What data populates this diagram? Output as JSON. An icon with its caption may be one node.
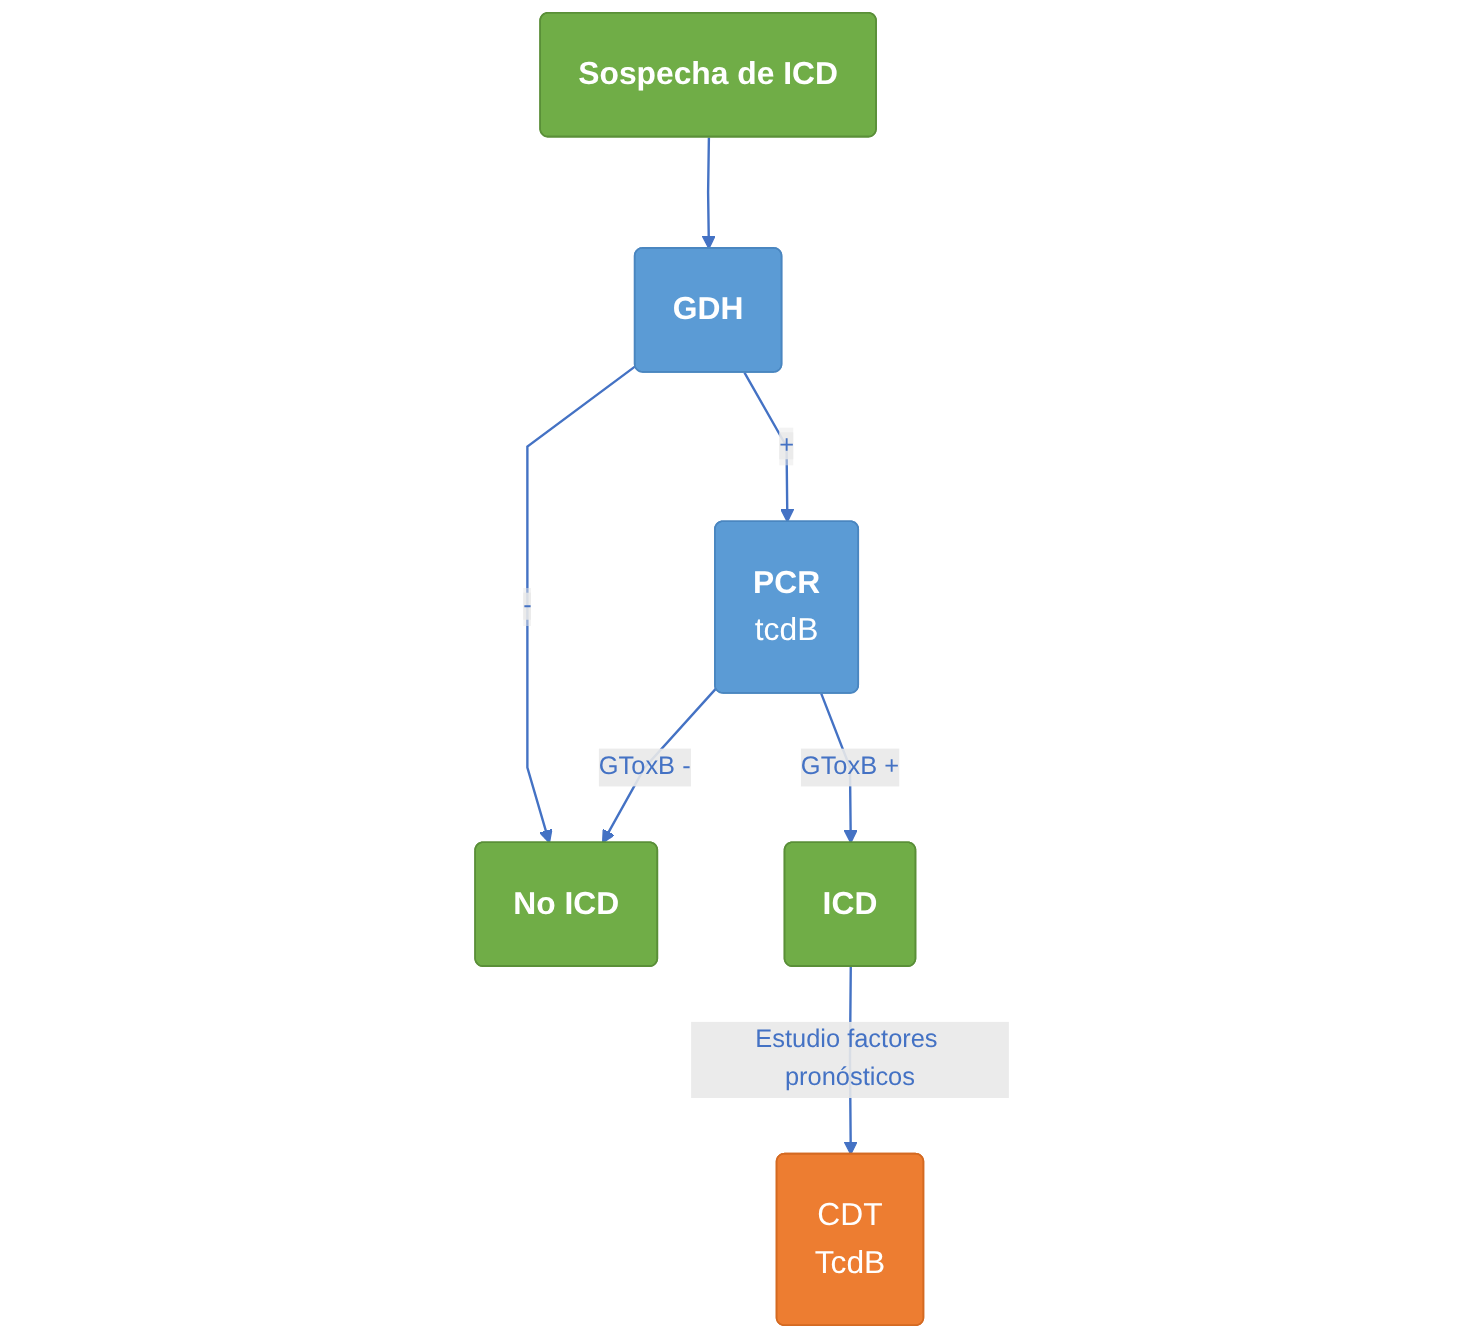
{
  "diagram": {
    "nodes": [
      {
        "text": [
          "Sospecha de ICD"
        ]
      },
      {
        "text": [
          "GDH"
        ]
      },
      {
        "text": [
          "PCR",
          "tcdB"
        ]
      },
      {
        "text": [
          "No ICD"
        ]
      },
      {
        "text": [
          "ICD"
        ]
      },
      {
        "text": [
          "CDT",
          "TcdB"
        ]
      }
    ],
    "edges": [
      {
        "from": 0,
        "to": 1,
        "arrow": "to"
      },
      {
        "from": 1,
        "to": 2,
        "arrow": "to",
        "label": "+"
      },
      {
        "from": 1,
        "to": 3,
        "arrow": "to",
        "label": "-"
      },
      {
        "from": 2,
        "to": 3,
        "arrow": "to",
        "label": "GToxB -"
      },
      {
        "from": 2,
        "to": 4,
        "arrow": "to",
        "label": "GToxB +"
      },
      {
        "from": 4,
        "to": 5,
        "arrow": "to",
        "label": "Estudio factores pronósticos"
      }
    ]
  }
}
